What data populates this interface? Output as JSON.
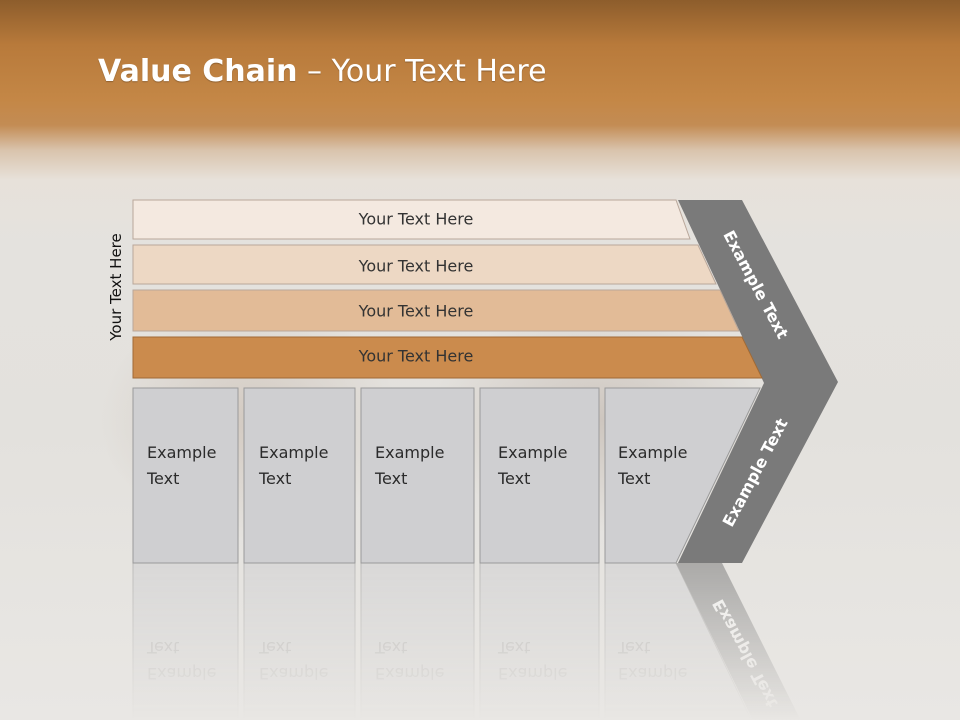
{
  "slide": {
    "title_bold": "Value Chain",
    "title_rest": " – Your Text Here",
    "side_label": "Your Text Here"
  },
  "bars": [
    {
      "label": "Your Text Here",
      "color": "#f4e9e0"
    },
    {
      "label": "Your Text Here",
      "color": "#edd8c4"
    },
    {
      "label": "Your Text Here",
      "color": "#e2bb97"
    },
    {
      "label": "Your Text Here",
      "color": "#cb8b4d"
    }
  ],
  "boxes": [
    {
      "line1": "Example",
      "line2": "Text"
    },
    {
      "line1": "Example",
      "line2": "Text"
    },
    {
      "line1": "Example",
      "line2": "Text"
    },
    {
      "line1": "Example",
      "line2": "Text"
    },
    {
      "line1": "Example",
      "line2": "Text"
    }
  ],
  "chevron": {
    "upper_text": "Example Text",
    "lower_text": "Example Text",
    "color": "#7a7a7a"
  },
  "colors": {
    "box_fill": "#cfcfd1",
    "box_stroke": "#9a9a9a",
    "title_band": "#c4874a"
  }
}
